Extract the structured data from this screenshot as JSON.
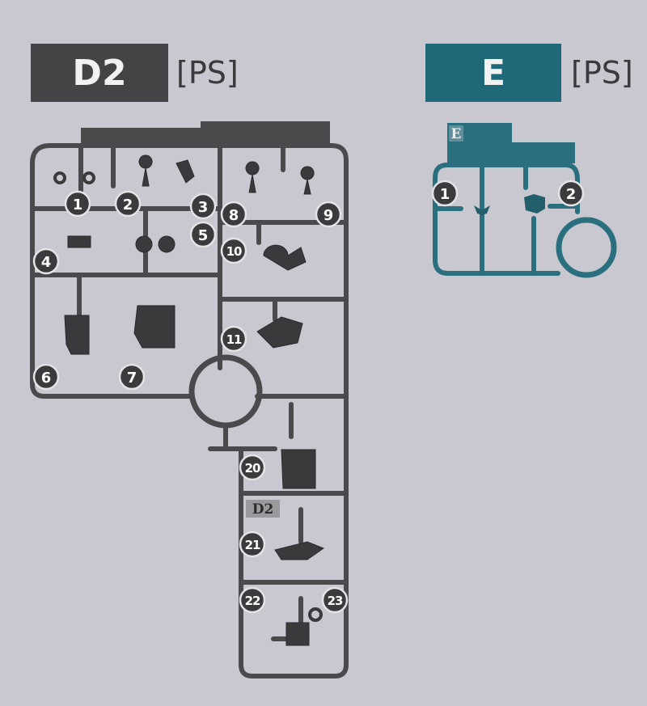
{
  "sprues": [
    {
      "id": "D2",
      "material": "[PS]",
      "color": "#444345",
      "mold_label": "D2",
      "parts": [
        "1",
        "2",
        "3",
        "4",
        "5",
        "6",
        "7",
        "8",
        "9",
        "10",
        "11",
        "20",
        "21",
        "22",
        "23"
      ]
    },
    {
      "id": "E",
      "material": "[PS]",
      "color": "#1f6878",
      "mold_label": "E",
      "parts": [
        "1",
        "2"
      ]
    }
  ]
}
